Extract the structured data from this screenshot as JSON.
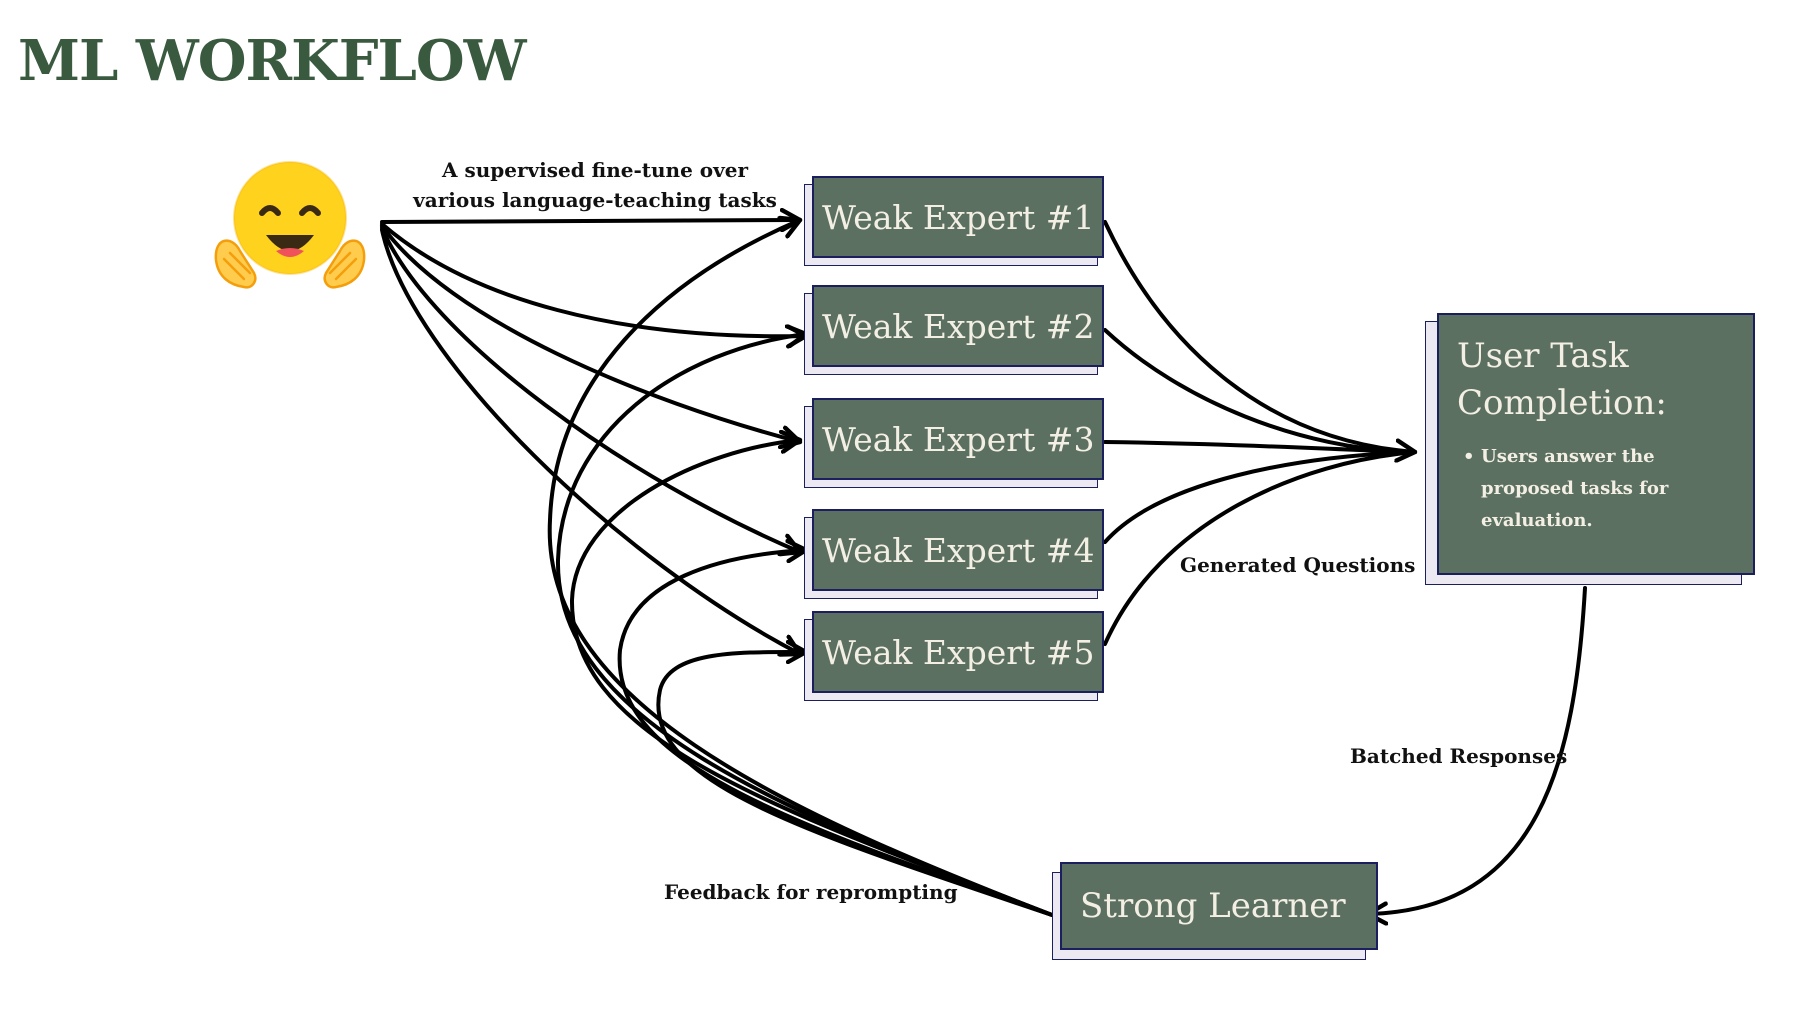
{
  "title": "ML WORKFLOW",
  "logo": {
    "icon": "hugging-face-emoji-icon"
  },
  "edge_labels": {
    "finetune": "A supervised fine-tune over various language-teaching tasks",
    "generated": "Generated Questions",
    "batched": "Batched Responses",
    "feedback": "Feedback for reprompting"
  },
  "experts": [
    {
      "label": "Weak Expert #1"
    },
    {
      "label": "Weak Expert #2"
    },
    {
      "label": "Weak Expert #3"
    },
    {
      "label": "Weak Expert #4"
    },
    {
      "label": "Weak Expert #5"
    }
  ],
  "task": {
    "title": "User Task Completion:",
    "bullets": [
      "Users answer the proposed tasks for evaluation."
    ]
  },
  "learner": {
    "label": "Strong Learner"
  },
  "colors": {
    "title": "#3a5a40",
    "box_fill": "#5b7061",
    "box_border": "#1b1f5e",
    "box_text": "#f3efe4",
    "arrow": "#000000"
  }
}
